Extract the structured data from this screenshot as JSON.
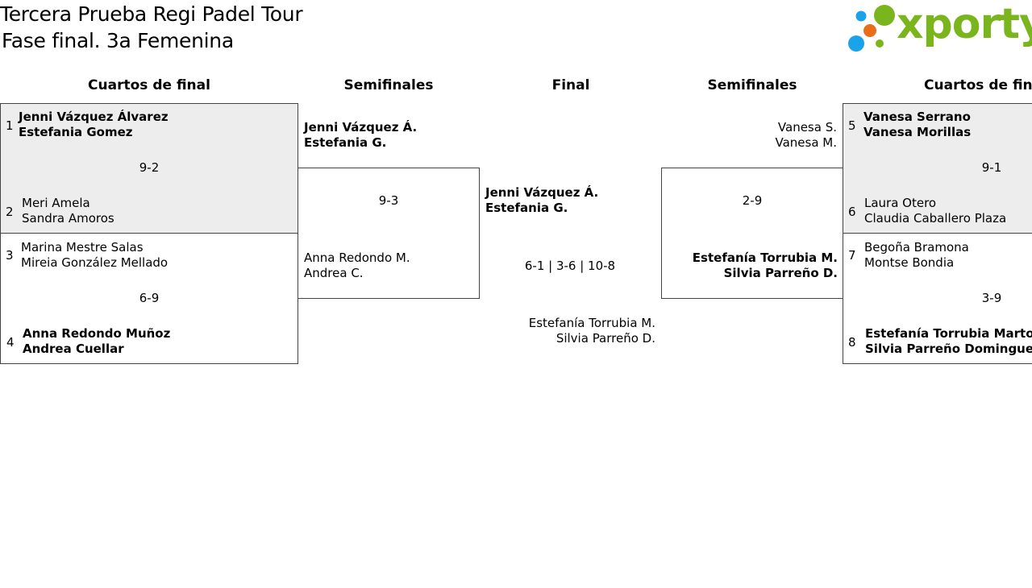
{
  "header": {
    "title_line1": "Tercera Prueba Regi Padel Tour",
    "title_line2": "Fase final. 3a Femenina"
  },
  "logo": {
    "text": "xporty",
    "colors": [
      "#1aa3e8",
      "#7ab51d",
      "#e86e1a",
      "#1aa3e8"
    ]
  },
  "rounds": {
    "left_quarters": "Cuartos de final",
    "left_semis": "Semifinales",
    "final": "Final",
    "right_semis": "Semifinales",
    "right_quarters": "Cuartos de final"
  },
  "quarters_left": [
    {
      "seed_a": "1",
      "team_a": [
        "Jenni Vázquez Álvarez",
        "Estefania Gomez"
      ],
      "score": "9-2",
      "seed_b": "2",
      "team_b": [
        "Meri Amela",
        "Sandra Amoros"
      ]
    },
    {
      "seed_a": "3",
      "team_a": [
        "Marina Mestre Salas",
        "Mireia González Mellado"
      ],
      "score": "6-9",
      "seed_b": "4",
      "team_b": [
        "Anna Redondo Muñoz",
        "Andrea Cuellar"
      ]
    }
  ],
  "quarters_right": [
    {
      "seed_a": "5",
      "team_a": [
        "Vanesa Serrano",
        "Vanesa Morillas"
      ],
      "score": "9-1",
      "seed_b": "6",
      "team_b": [
        "Laura Otero",
        "Claudia Caballero Plaza"
      ]
    },
    {
      "seed_a": "7",
      "team_a": [
        "Begoña Bramona",
        "Montse Bondia"
      ],
      "score": "3-9",
      "seed_b": "8",
      "team_b": [
        "Estefanía Torrubia Martos",
        "Silvia Parreño Dominguez"
      ]
    }
  ],
  "semi_left": {
    "team_a": [
      "Jenni Vázquez Á.",
      "Estefania G."
    ],
    "score": "9-3",
    "team_b": [
      "Anna Redondo M.",
      "Andrea C."
    ]
  },
  "semi_right": {
    "team_a": [
      "Vanesa S.",
      "Vanesa M."
    ],
    "score": "2-9",
    "team_b": [
      "Estefanía Torrubia M.",
      "Silvia Parreño D."
    ]
  },
  "final": {
    "team_a": [
      "Jenni Vázquez Á.",
      "Estefania G."
    ],
    "score": "6-1 | 3-6 | 10-8",
    "team_b": [
      "Estefanía Torrubia M.",
      "Silvia Parreño D."
    ]
  }
}
